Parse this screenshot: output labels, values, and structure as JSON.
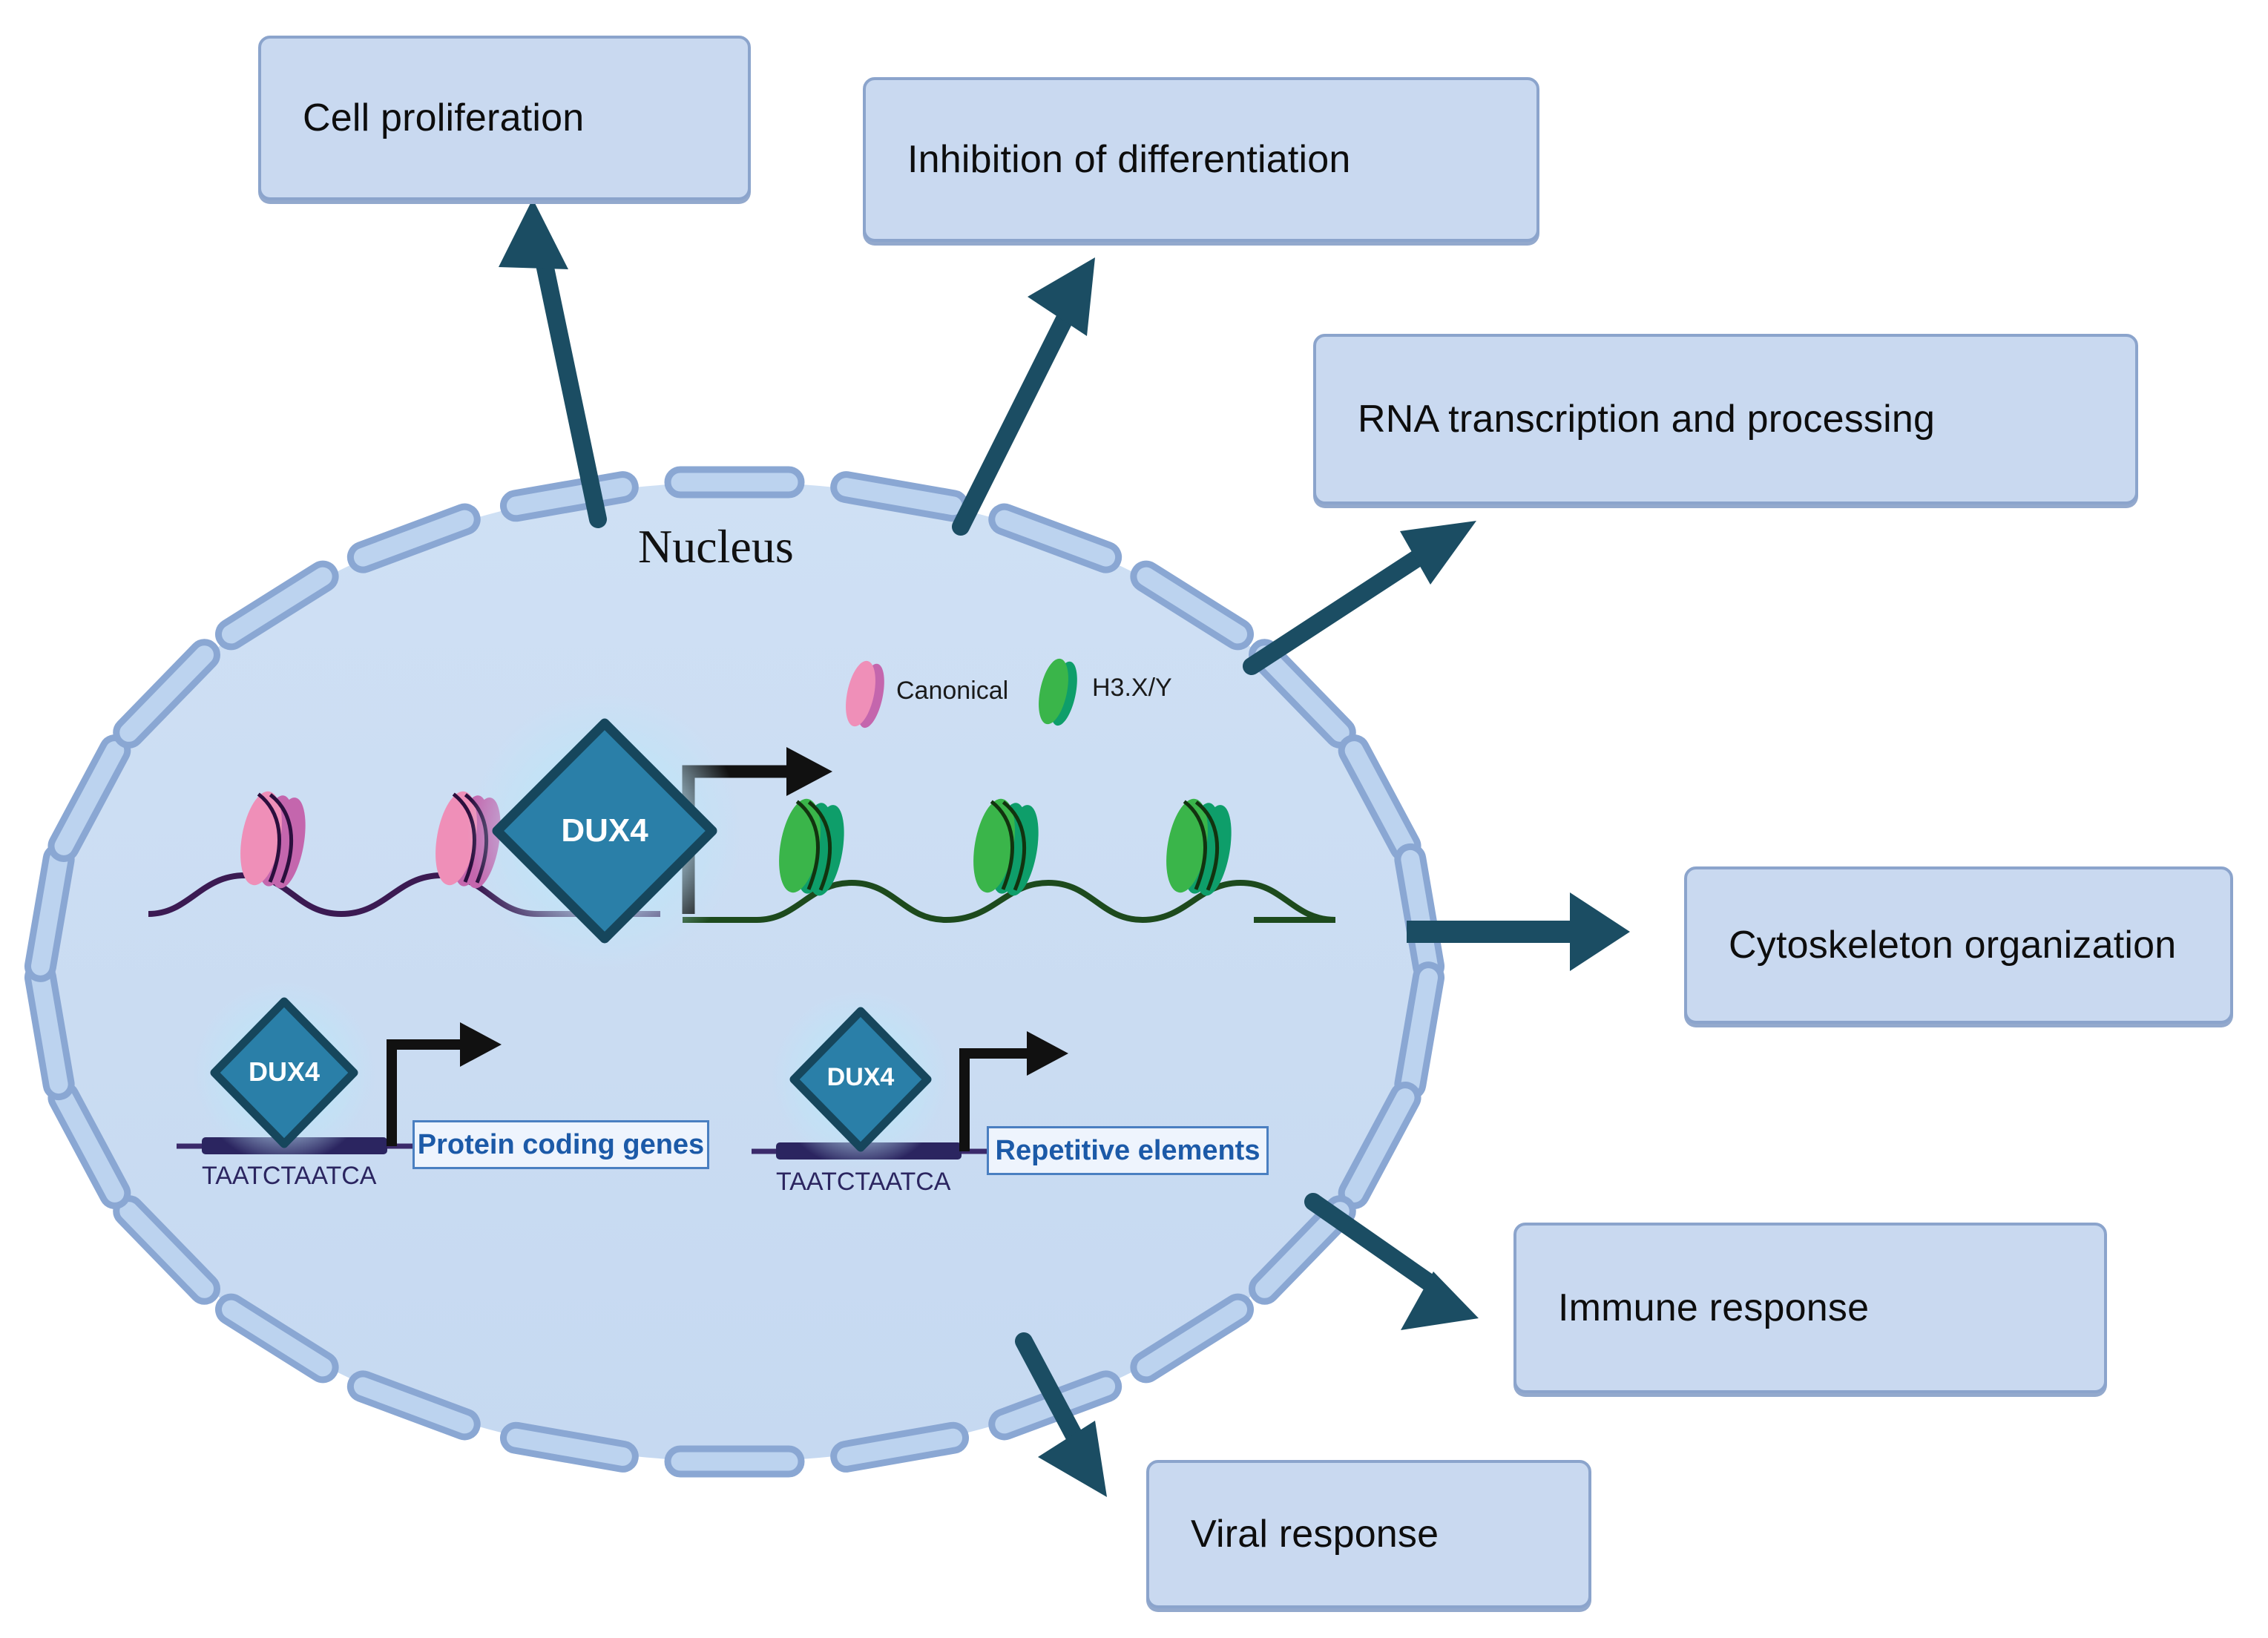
{
  "diagram": {
    "nucleus_label": "Nucleus",
    "colors": {
      "nucleus_fill": "#c9dcf2",
      "membrane_fill": "#bcd3ef",
      "membrane_stroke": "#8aa7d3",
      "box_fill": "#c9d9f0",
      "box_stroke": "#8ba4cc",
      "arrow": "#1b4d63",
      "dux4_fill": "#2a7fa8",
      "dux4_stroke": "#16465c",
      "canonical_histone_light": "#ef8fb8",
      "canonical_histone_dark": "#c466ad",
      "h3xy_histone_light": "#3ab54a",
      "h3xy_histone_dark": "#0e9e6a",
      "dna_purple": "#3b1a52",
      "dna_green": "#1d4a1d",
      "motif_bar": "#2b2560",
      "chip_text": "#1c5aa8",
      "tss_arrow": "#111111"
    }
  },
  "legend": {
    "items": [
      {
        "label": "Canonical",
        "icon": "histone-pink-icon"
      },
      {
        "label": "H3.X/Y",
        "icon": "histone-green-icon"
      }
    ]
  },
  "outcomes": [
    {
      "id": "cell-proliferation",
      "label": "Cell proliferation"
    },
    {
      "id": "inhibition-differentiation",
      "label": "Inhibition of differentiation"
    },
    {
      "id": "rna-transcription",
      "label": "RNA transcription and processing"
    },
    {
      "id": "cytoskeleton",
      "label": "Cytoskeleton organization"
    },
    {
      "id": "immune-response",
      "label": "Immune response"
    },
    {
      "id": "viral-response",
      "label": "Viral response"
    }
  ],
  "chromatin": {
    "dux4_label": "DUX4",
    "canonical_nucleosome_count": 2,
    "h3xy_nucleosome_count": 3
  },
  "promoters": [
    {
      "id": "protein-coding",
      "dux4_label": "DUX4",
      "motif": "TAATCTAATCA",
      "target": "Protein coding genes"
    },
    {
      "id": "repetitive",
      "dux4_label": "DUX4",
      "motif": "TAATCTAATCA",
      "target": "Repetitive elements"
    }
  ]
}
